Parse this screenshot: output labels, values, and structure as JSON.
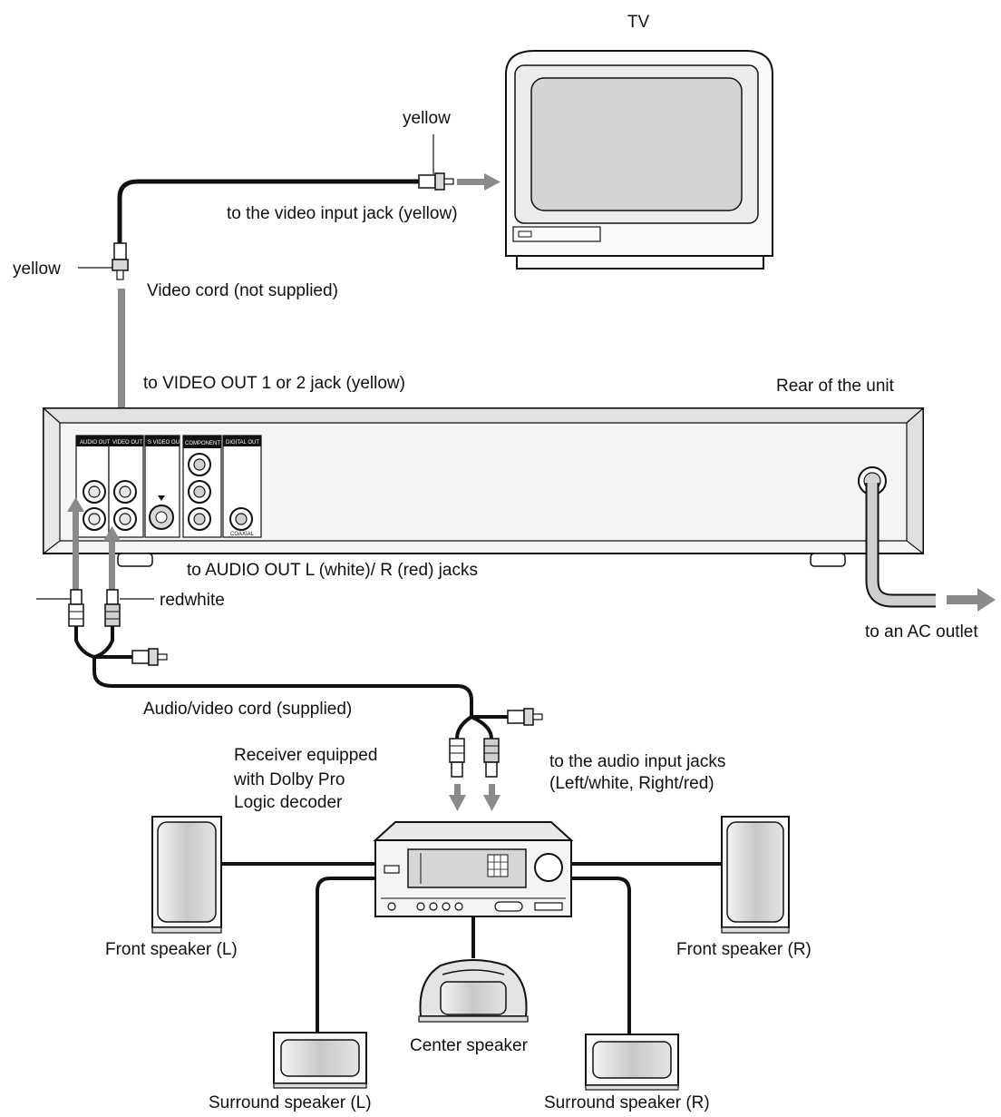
{
  "labels": {
    "tv": "TV",
    "yellow_top": "yellow",
    "video_input": "to the video input jack (yellow)",
    "yellow_left": "yellow",
    "video_cord": "Video cord (not supplied)",
    "video_out": "to VIDEO OUT 1 or 2 jack (yellow)",
    "rear": "Rear of the unit",
    "audio_out": "to AUDIO OUT L (white)/ R (red) jacks",
    "redwhite": "redwhite",
    "ac_outlet": "to an AC outlet",
    "av_cord": "Audio/video cord (supplied)",
    "receiver": [
      "Receiver equipped",
      "with Dolby Pro",
      "Logic decoder"
    ],
    "audio_input": [
      "to the audio input jacks",
      "(Left/white, Right/red)"
    ],
    "front_l": "Front speaker (L)",
    "front_r": "Front speaker (R)",
    "center": "Center speaker",
    "surround_l": "Surround speaker (L)",
    "surround_r": "Surround speaker (R)"
  },
  "panel_labels": {
    "audio_out": "AUDIO OUT",
    "video_out": "VIDEO OUT",
    "s_video_out": "S VIDEO OUT",
    "component": "COMPONENT VIDEO OUT",
    "digital_out": "DIGITAL OUT",
    "coaxial": "COAXIAL"
  },
  "colors": {
    "line": "#111111",
    "arrow": "#8a8a8a",
    "panel": "#f2f2f2",
    "screen": "#d4d4d4"
  }
}
